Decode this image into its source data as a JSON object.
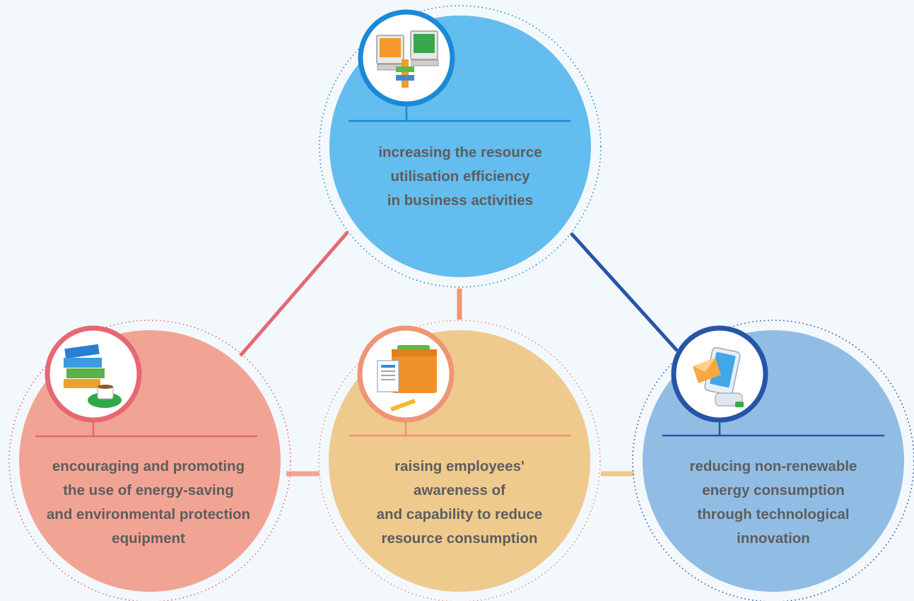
{
  "nodes": [
    {
      "id": "top",
      "icon": "computer-transfer-icon",
      "circle_color": "#63bdee",
      "ring_color": "#1a8ad8",
      "line_color": "#1a8ad8",
      "lines": [
        "increasing the resource",
        "utilisation efficiency",
        "in business activities"
      ]
    },
    {
      "id": "left",
      "icon": "books-coffee-icon",
      "circle_color": "#f2a494",
      "ring_color": "#e56873",
      "line_color": "#e56873",
      "lines": [
        "encouraging and promoting",
        "the use of energy-saving",
        "and environmental protection",
        "equipment"
      ]
    },
    {
      "id": "middle",
      "icon": "briefcase-documents-icon",
      "circle_color": "#eeca8d",
      "ring_color": "#ef9474",
      "line_color": "#ef9474",
      "lines": [
        "raising employees'",
        "awareness of",
        "and capability to reduce",
        "resource consumption"
      ]
    },
    {
      "id": "right",
      "icon": "mobile-mail-icon",
      "circle_color": "#91bde4",
      "ring_color": "#2555a6",
      "line_color": "#2555a6",
      "lines": [
        "reducing non-renewable",
        "energy consumption",
        "through technological",
        "innovation"
      ]
    }
  ],
  "connector_colors": {
    "top_left": "#e56873",
    "top_right": "#2555a6",
    "top_middle": "#ef9474",
    "left_middle": "#f2a494",
    "middle_right": "#eeca8d"
  }
}
